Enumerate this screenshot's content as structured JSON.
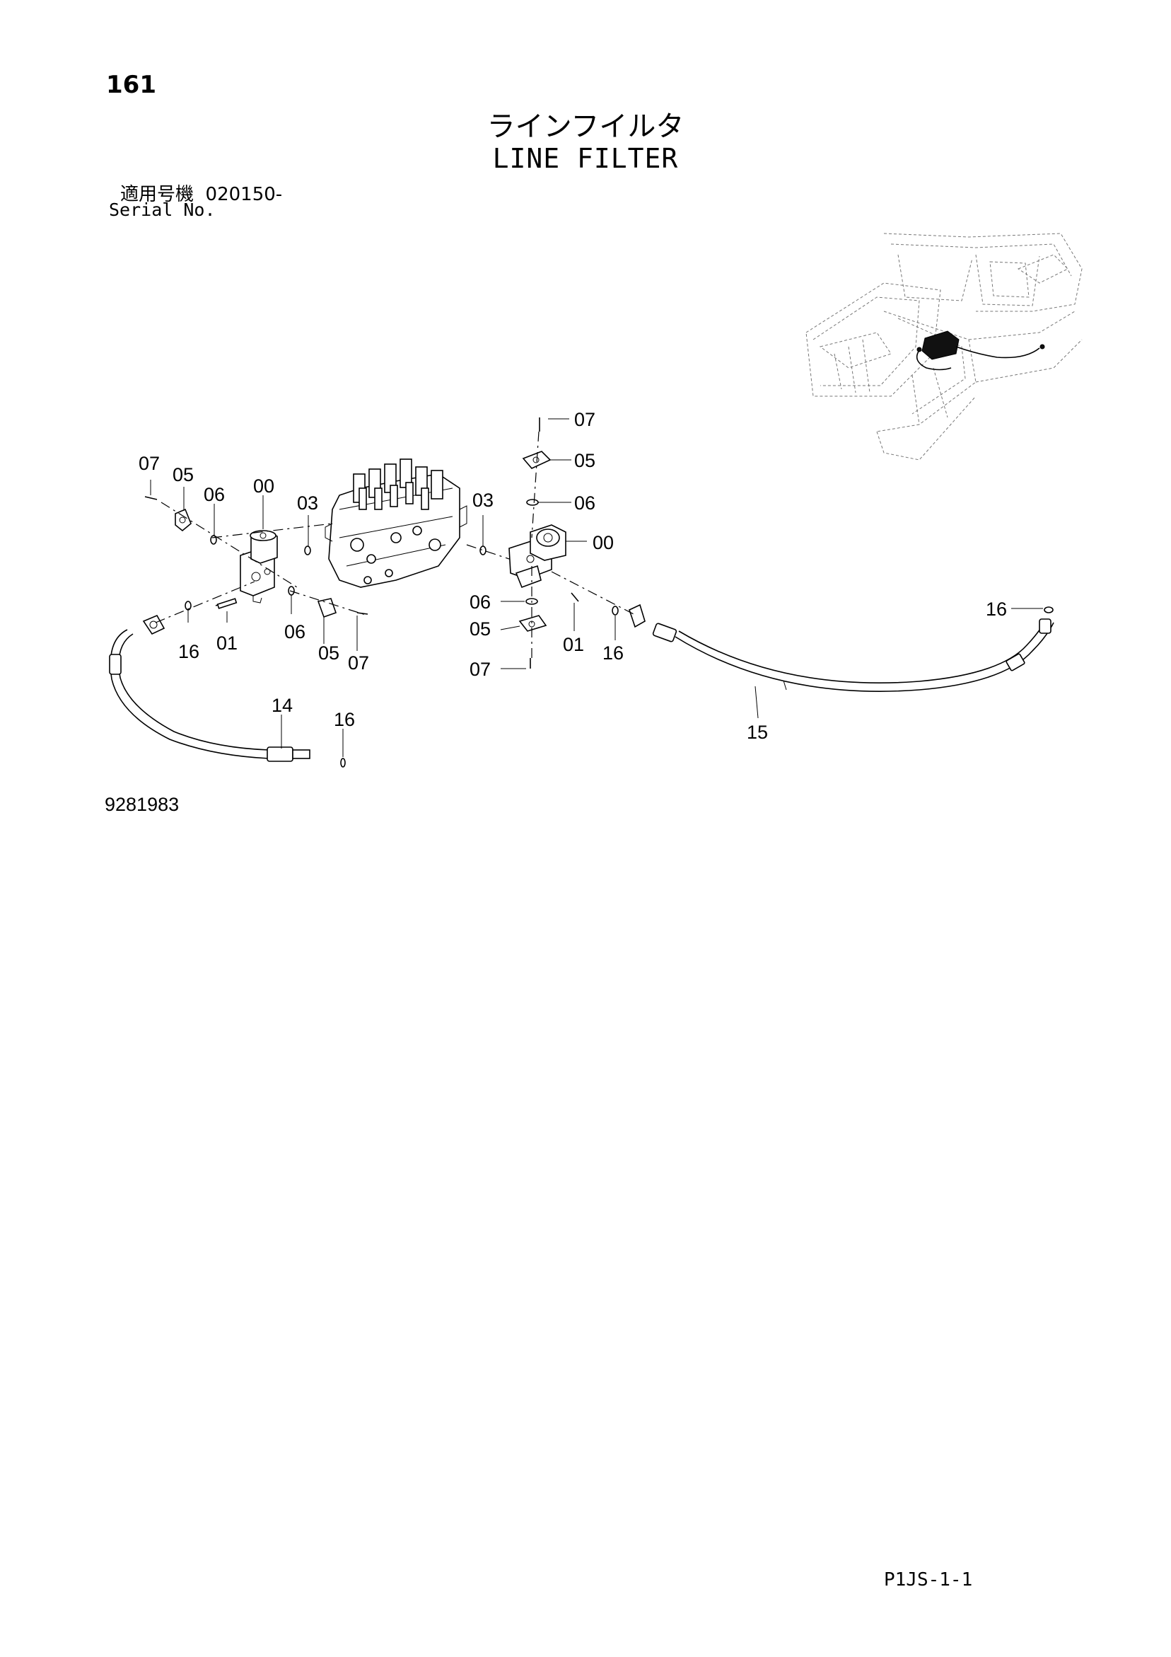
{
  "page_number": "161",
  "title_jp": "ラインフイルタ",
  "title_en": "LINE FILTER",
  "serial_label_jp": "適用号機",
  "serial_value": "020150-",
  "serial_label_en": "Serial No.",
  "drawing_number": "9281983",
  "page_ref": "P1JS-1-1",
  "callouts": {
    "c07_left_top": "07",
    "c05_left_top": "05",
    "c06_left_top": "06",
    "c00_left": "00",
    "c03_left": "03",
    "c16_left": "16",
    "c01_left": "01",
    "c06_left_bottom": "06",
    "c05_left_bottom": "05",
    "c07_left_bottom": "07",
    "c14": "14",
    "c16_hose_end": "16",
    "c07_right_top": "07",
    "c05_right_top": "05",
    "c06_right_top": "06",
    "c03_right": "03",
    "c00_right": "00",
    "c06_right_bottom": "06",
    "c05_right_bottom": "05",
    "c07_right_bottom": "07",
    "c01_right": "01",
    "c16_right": "16",
    "c15": "15",
    "c16_far_right": "16"
  }
}
